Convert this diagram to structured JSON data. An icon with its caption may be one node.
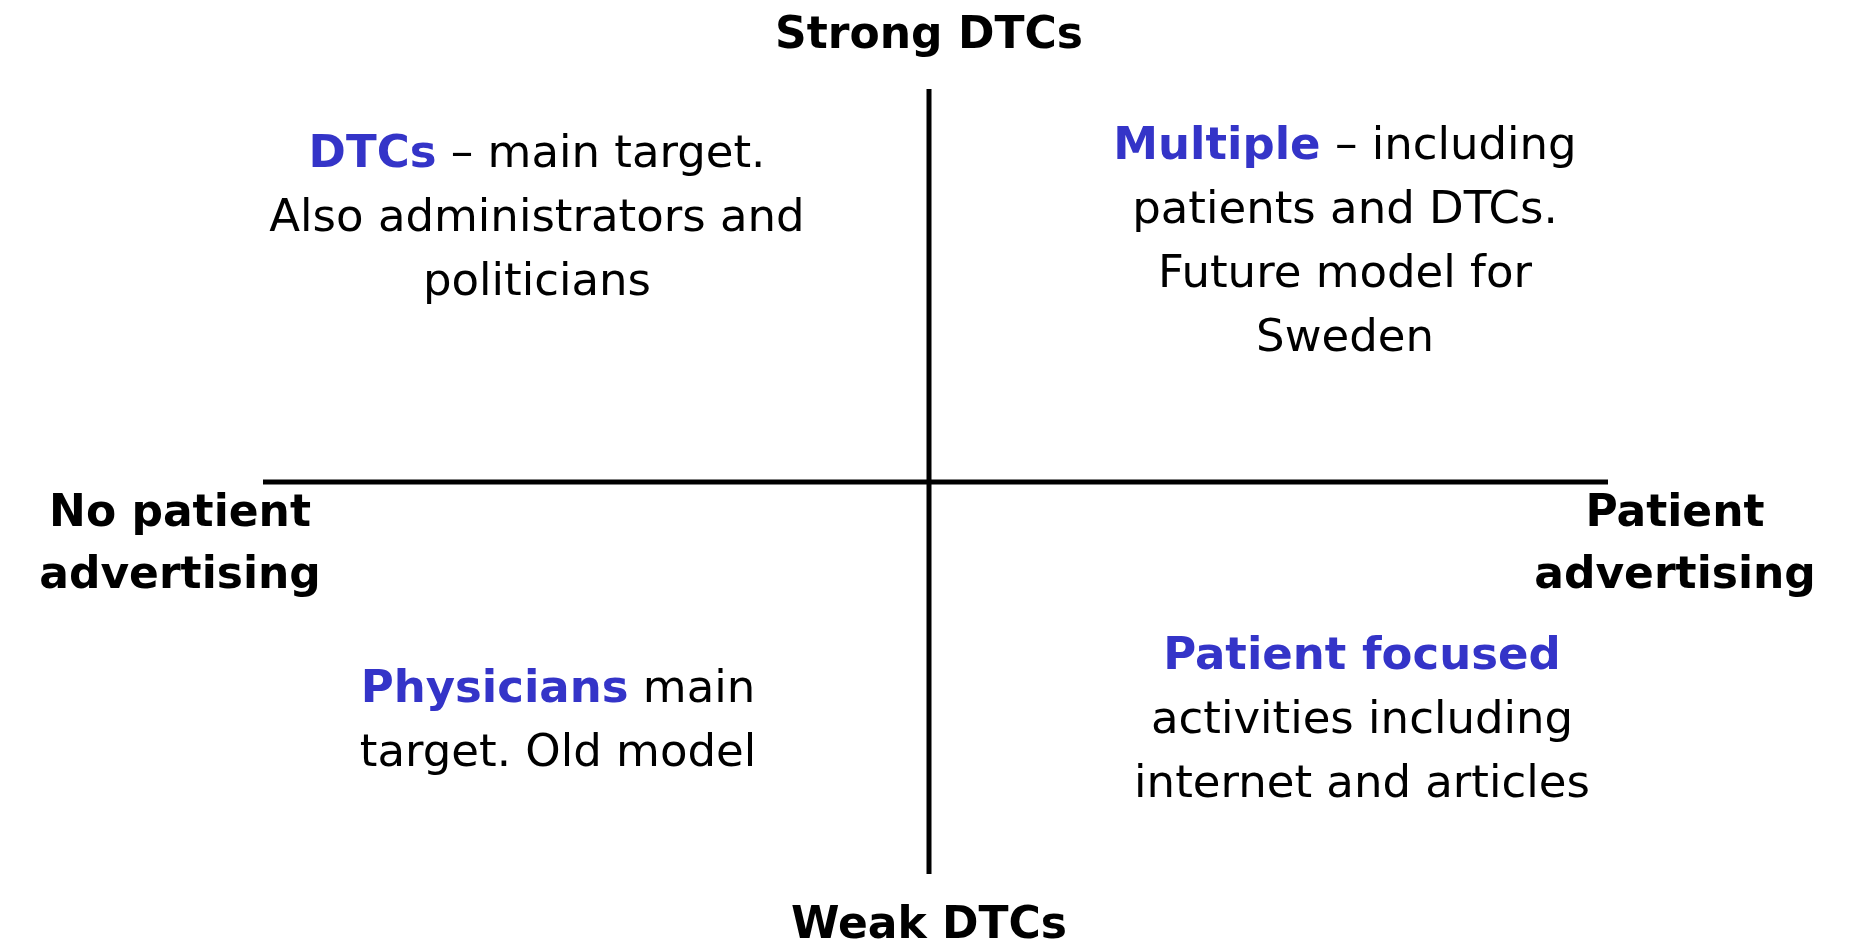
{
  "diagram": {
    "labels": [
      "Strong DTCs",
      "**DTCs** – main target. Also administrators and politicians",
      "**Multiple** – including patients and DTCs. Future model for Sweden",
      "No patient advertising",
      "Patient advertising",
      "**Physicians** main target. Old model",
      "**Patient focused** activities including internet and articles",
      "Weak DTCs"
    ]
  }
}
